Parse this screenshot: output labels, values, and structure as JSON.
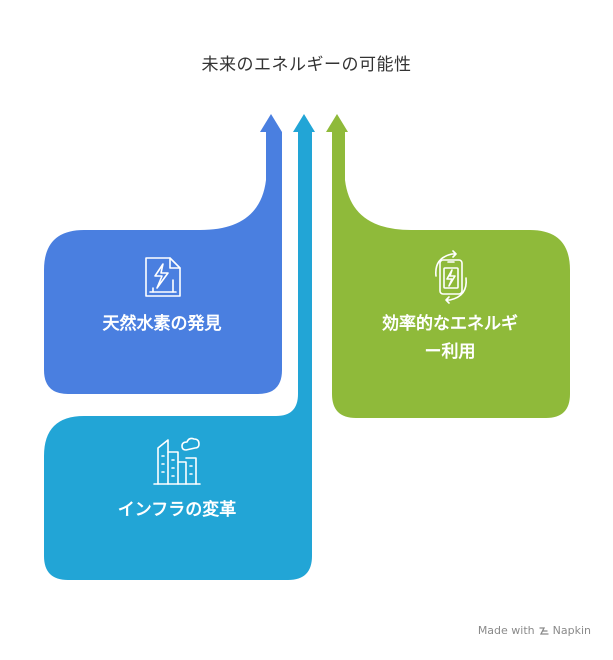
{
  "title": "未来のエネルギーの可能性",
  "cards": {
    "hydrogen": {
      "label": "天然水素の発見",
      "color": "#4a7fe0",
      "icon": "document-lightning-icon"
    },
    "infrastructure": {
      "label": "インフラの変革",
      "color": "#22a5d6",
      "icon": "city-buildings-icon"
    },
    "efficiency": {
      "label": "効率的なエネルギー利用",
      "label_lines": [
        "効率的なエネルギ",
        "ー利用"
      ],
      "color": "#8fba3a",
      "icon": "battery-cycle-icon"
    }
  },
  "watermark": {
    "text": "Made with",
    "brand": "Napkin",
    "icon": "napkin-logo-icon"
  }
}
